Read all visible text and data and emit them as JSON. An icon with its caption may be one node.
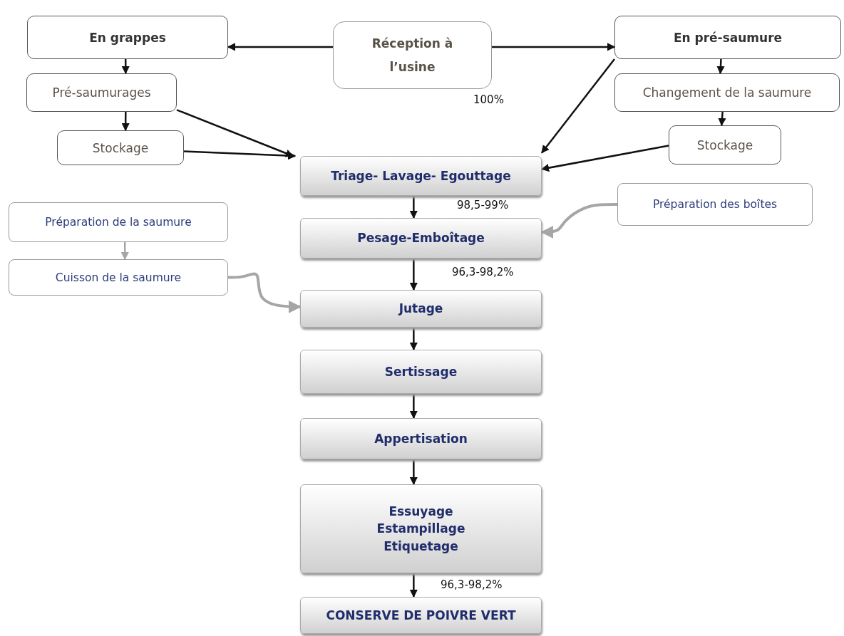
{
  "diagram": {
    "nodes": [
      {
        "text": [
          "En grappes"
        ]
      },
      {
        "text": [
          "Réception à l’usine"
        ]
      },
      {
        "text": [
          "En pré-saumure"
        ]
      },
      {
        "text": [
          "Pré-saumurages"
        ]
      },
      {
        "text": [
          "Changement de la saumure"
        ]
      },
      {
        "text": [
          "Stockage"
        ]
      },
      {
        "text": [
          "Stockage"
        ]
      },
      {
        "text": [
          "Triage- Lavage- Egouttage"
        ]
      },
      {
        "text": [
          "Préparation des boîtes"
        ]
      },
      {
        "text": [
          "Préparation de la saumure"
        ]
      },
      {
        "text": [
          "Pesage-Emboîtage"
        ]
      },
      {
        "text": [
          "Cuisson de la saumure"
        ]
      },
      {
        "text": [
          "Jutage"
        ]
      },
      {
        "text": [
          "Sertissage"
        ]
      },
      {
        "text": [
          "Appertisation"
        ]
      },
      {
        "text": [
          "Essuyage Estampillage Etiquetage"
        ]
      },
      {
        "text": [
          "CONSERVE DE POIVRE VERT"
        ]
      }
    ],
    "edges": [
      {
        "from": 1,
        "to": 0,
        "arrow": "to"
      },
      {
        "from": 1,
        "to": 2,
        "arrow": "to"
      },
      {
        "from": 0,
        "to": 3,
        "arrow": "to"
      },
      {
        "from": 3,
        "to": 5,
        "arrow": "to"
      },
      {
        "from": 3,
        "to": 7,
        "arrow": "to"
      },
      {
        "from": 5,
        "to": 7,
        "arrow": "to"
      },
      {
        "from": 2,
        "to": 4,
        "arrow": "to"
      },
      {
        "from": 4,
        "to": 6,
        "arrow": "to"
      },
      {
        "from": 2,
        "to": 7,
        "arrow": "to"
      },
      {
        "from": 6,
        "to": 7,
        "arrow": "to"
      },
      {
        "from": 7,
        "to": 10,
        "arrow": "to"
      },
      {
        "from": 8,
        "to": 10,
        "arrow": "to",
        "color": "#a6a6a6"
      },
      {
        "from": 9,
        "to": 11,
        "arrow": "to",
        "color": "#a6a6a6"
      },
      {
        "from": 11,
        "to": 12,
        "arrow": "to",
        "color": "#a6a6a6"
      },
      {
        "from": 10,
        "to": 12,
        "arrow": "to"
      },
      {
        "from": 12,
        "to": 13,
        "arrow": "to"
      },
      {
        "from": 13,
        "to": 14,
        "arrow": "to"
      },
      {
        "from": 14,
        "to": 15,
        "arrow": "to"
      },
      {
        "from": 15,
        "to": 16,
        "arrow": "to"
      }
    ],
    "labels": [
      "100%",
      "98,5-99%",
      "96,3-98,2%",
      "96,3-98,2%"
    ]
  }
}
